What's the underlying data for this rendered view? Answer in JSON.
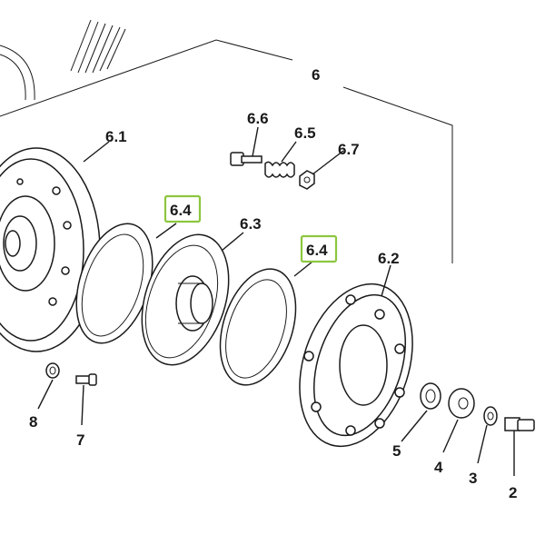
{
  "diagram": {
    "labels": {
      "group_6": "6",
      "part_6_1": "6.1",
      "part_6_2": "6.2",
      "part_6_3": "6.3",
      "part_6_4_a": "6.4",
      "part_6_4_b": "6.4",
      "part_6_5": "6.5",
      "part_6_6": "6.6",
      "part_6_7": "6.7",
      "part_2": "2",
      "part_3": "3",
      "part_4": "4",
      "part_5": "5",
      "part_7": "7",
      "part_8": "8"
    },
    "colors": {
      "line": "#1a1a1a",
      "highlight": "#8dc63f",
      "background": "#ffffff"
    }
  }
}
